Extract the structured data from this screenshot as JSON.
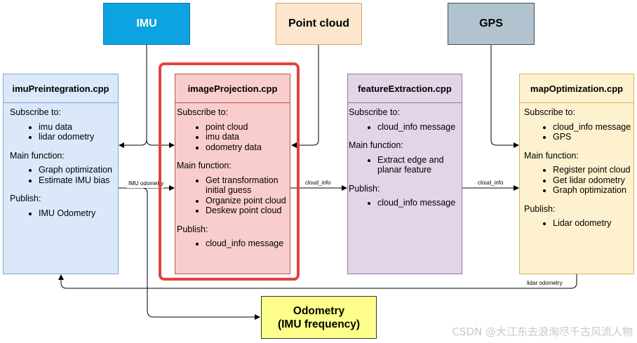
{
  "inputs": {
    "imu": "IMU",
    "point_cloud": "Point cloud",
    "gps": "GPS"
  },
  "modules": [
    {
      "title": "imuPreintegration.cpp",
      "sections": [
        {
          "heading": "Subscribe to:",
          "items": [
            "imu data",
            "lidar odometry"
          ]
        },
        {
          "heading": "Main function:",
          "items": [
            "Graph optimization",
            "Estimate IMU bias"
          ]
        },
        {
          "heading": "Publish:",
          "items": [
            "IMU Odometry"
          ]
        }
      ]
    },
    {
      "title": "imageProjection.cpp",
      "sections": [
        {
          "heading": "Subscribe to:",
          "items": [
            "point cloud",
            "imu data",
            "odometry data"
          ]
        },
        {
          "heading": "Main function:",
          "items": [
            "Get transformation initial guess",
            "Organize point cloud",
            "Deskew point cloud"
          ]
        },
        {
          "heading": "Publish:",
          "items": [
            "cloud_info message"
          ]
        }
      ]
    },
    {
      "title": "featureExtraction.cpp",
      "sections": [
        {
          "heading": "Subscribe to:",
          "items": [
            "cloud_info message"
          ]
        },
        {
          "heading": "Main function:",
          "items": [
            "Extract edge and planar feature"
          ]
        },
        {
          "heading": "Publish:",
          "items": [
            "cloud_info message"
          ]
        }
      ]
    },
    {
      "title": "mapOptimization.cpp",
      "sections": [
        {
          "heading": "Subscribe to:",
          "items": [
            "cloud_info message",
            "GPS"
          ]
        },
        {
          "heading": "Main function:",
          "items": [
            "Register point cloud",
            "Get lidar odometry",
            "Graph optimization"
          ]
        },
        {
          "heading": "Publish:",
          "items": [
            "Lidar odometry"
          ]
        }
      ]
    }
  ],
  "edge_labels": {
    "imu_odometry": "IMU odometry",
    "cloud_info_1": "cloud_info",
    "cloud_info_2": "cloud_info",
    "lidar_odometry": "lidar odometry"
  },
  "output": {
    "line1": "Odometry",
    "line2": "(IMU frequency)"
  },
  "watermark": "CSDN @大江东去浪淘尽千古风流人物",
  "colors": {
    "imu_fill": "#0da2e0",
    "point_cloud_fill": "#fce6cd",
    "gps_fill": "#b0c3cf",
    "imu_preintegration_fill": "#dbe8f9",
    "image_projection_fill": "#f9cdcc",
    "feature_extraction_fill": "#e2d5e8",
    "map_optimization_fill": "#fdf1cf",
    "odometry_fill": "#fefe8a",
    "highlight": "#e5413e"
  }
}
